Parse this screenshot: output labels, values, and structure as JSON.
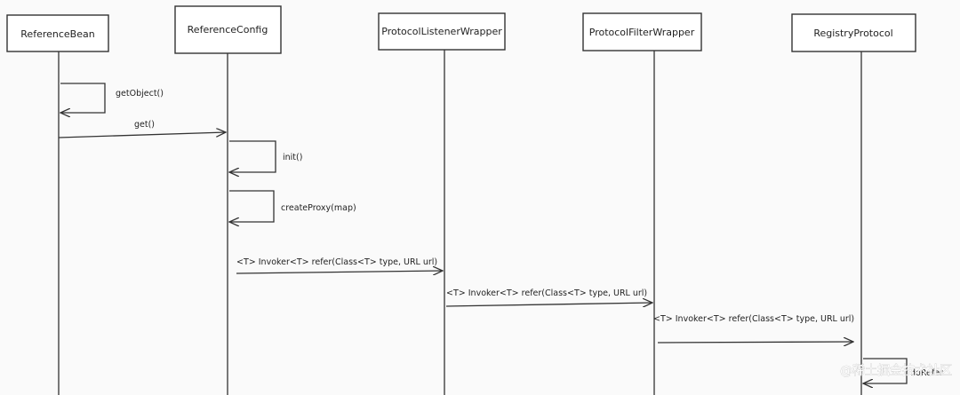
{
  "participants": [
    {
      "id": "bean",
      "label": "ReferenceBean"
    },
    {
      "id": "config",
      "label": "ReferenceConfig"
    },
    {
      "id": "listener",
      "label": "ProtocolListenerWrapper"
    },
    {
      "id": "filter",
      "label": "ProtocolFilterWrapper"
    },
    {
      "id": "registry",
      "label": "RegistryProtocol"
    }
  ],
  "messages": [
    {
      "id": "m-getobject",
      "from": "bean",
      "to": "bean",
      "label": "getObject()"
    },
    {
      "id": "m-get",
      "from": "bean",
      "to": "config",
      "label": "get()"
    },
    {
      "id": "m-init",
      "from": "config",
      "to": "config",
      "label": "init()"
    },
    {
      "id": "m-createproxy",
      "from": "config",
      "to": "config",
      "label": "createProxy(map)"
    },
    {
      "id": "m-refer-1",
      "from": "config",
      "to": "listener",
      "label": "<T> Invoker<T> refer(Class<T> type, URL url)"
    },
    {
      "id": "m-refer-2",
      "from": "listener",
      "to": "filter",
      "label": "<T> Invoker<T> refer(Class<T> type, URL url)"
    },
    {
      "id": "m-refer-3",
      "from": "filter",
      "to": "registry",
      "label": "<T> Invoker<T> refer(Class<T> type, URL url)"
    },
    {
      "id": "m-dorefer",
      "from": "registry",
      "to": "registry",
      "label": "doRefer"
    }
  ],
  "watermark": "@稀土掘金技术社区"
}
